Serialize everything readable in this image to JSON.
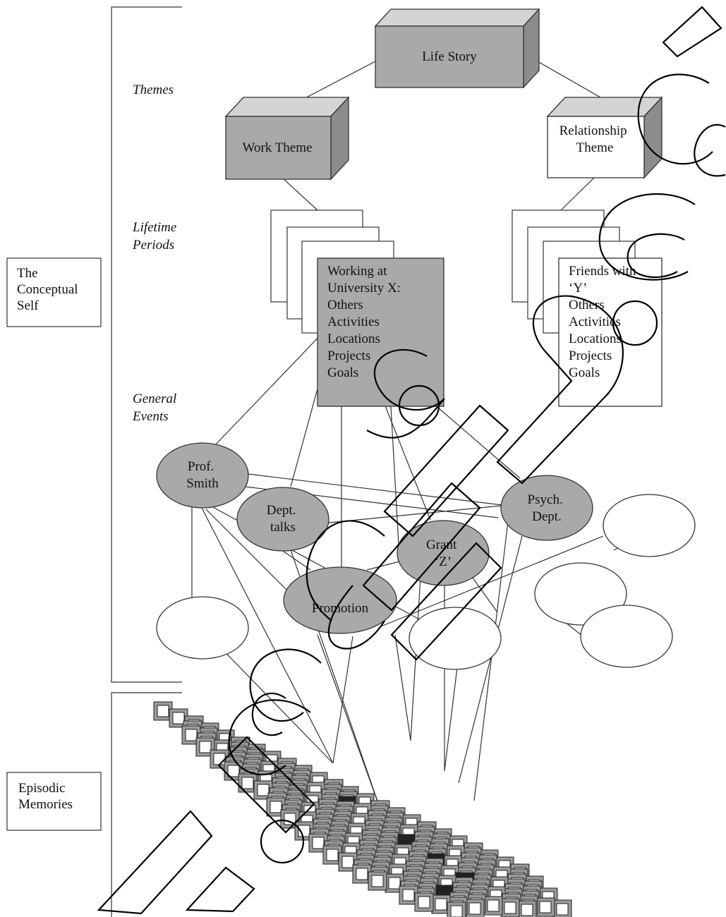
{
  "side_labels": {
    "conceptual_self": [
      "The",
      "Conceptual",
      "Self"
    ],
    "episodic_memories": [
      "Episodic",
      "Memories"
    ]
  },
  "level_labels": {
    "themes": [
      "Themes"
    ],
    "lifetime_periods": [
      "Lifetime",
      "Periods"
    ],
    "general_events": [
      "General",
      "Events"
    ]
  },
  "boxes": {
    "life_story": [
      "Life Story"
    ],
    "work_theme": [
      "Work Theme"
    ],
    "relationship_theme": [
      "Relationship",
      "Theme"
    ]
  },
  "period_cards": {
    "work": [
      "Working at",
      "University X:",
      "",
      "Others",
      "Activities",
      "Locations",
      "Projects",
      "Goals"
    ],
    "friends": [
      "Friends with",
      "‘Y’",
      "",
      "Others",
      "Activities",
      "Locations",
      "Projects",
      "Goals"
    ]
  },
  "event_nodes": {
    "prof_smith": [
      "Prof.",
      "Smith"
    ],
    "dept_talks": [
      "Dept.",
      "talks"
    ],
    "psych_dept": [
      "Psych.",
      "Dept."
    ],
    "grant_z": [
      "Grant",
      "‘Z’"
    ],
    "promotion": [
      "Promotion"
    ]
  },
  "colors": {
    "shaded_fill": "#a9a9a9",
    "box_top": "#d4d4d4",
    "box_side": "#8c8c8c",
    "stroke": "#333333",
    "active_memory": "#222222"
  }
}
